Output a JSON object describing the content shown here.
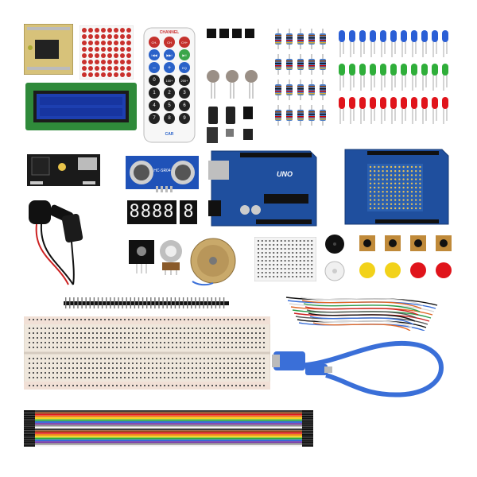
{
  "remote": {
    "brand": "CHANNEL",
    "row1": [
      "CH-",
      "CH",
      "CH+"
    ],
    "row2": [
      "I◀◀",
      "▶▶I",
      "▶II"
    ],
    "row3": [
      "–",
      "+",
      "EQ"
    ],
    "row4": [
      "0",
      "100+",
      "200+"
    ],
    "row5": [
      "1",
      "2",
      "3"
    ],
    "row6": [
      "4",
      "5",
      "6"
    ],
    "row7": [
      "7",
      "8",
      "9"
    ],
    "logo": "CAR"
  },
  "seg4": {
    "digits": "8888"
  },
  "seg1": {
    "digit": "8"
  },
  "uno": {
    "label": "UNO"
  },
  "sensor": {
    "label": "HC-SR04"
  },
  "colors": {
    "pcb_blue": "#1f4f9e",
    "lcd_green": "#2f8a3a",
    "lcd_screen": "#1d3fb0",
    "breadboard": "#efe7dc",
    "jumper_blue": "#3a6fd8"
  }
}
